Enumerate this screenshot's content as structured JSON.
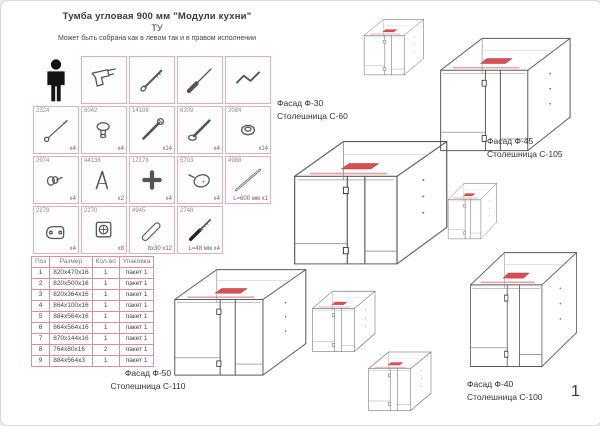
{
  "page": {
    "title": "Тумба угловая 900 мм \"Модули кухни\"",
    "standard": "ТУ",
    "subtitle": "Может быть собрана как в левом так и в правом исполнении",
    "page_number": "1",
    "accent_color": "#dfb0b6",
    "highlight_color": "#d94f55"
  },
  "tools": {
    "rows": [
      [
        {
          "icon": "person-icon",
          "plain": true,
          "code": "",
          "qty": ""
        },
        {
          "icon": "drill-icon",
          "code": "",
          "qty": ""
        },
        {
          "icon": "bolt-icon",
          "code": "",
          "qty": ""
        },
        {
          "icon": "screwdriver-icon",
          "code": "",
          "qty": ""
        },
        {
          "icon": "allen-key-icon",
          "code": "",
          "qty": ""
        }
      ],
      [
        {
          "icon": "stud-screw-icon",
          "code": "2324",
          "qty": "х4"
        },
        {
          "icon": "cap-icon",
          "code": "6042",
          "qty": "х4"
        },
        {
          "icon": "confirmat-screw-icon",
          "code": "14108",
          "qty": "х14"
        },
        {
          "icon": "euro-screw-icon",
          "code": "6309",
          "qty": "х4"
        },
        {
          "icon": "grommet-icon",
          "code": "2084",
          "qty": "х14"
        }
      ],
      [
        {
          "icon": "glide-icon",
          "code": "2974",
          "qty": "х4"
        },
        {
          "icon": "bracket-icon",
          "code": "44138",
          "qty": "х2"
        },
        {
          "icon": "cross-dowel-icon",
          "code": "12178",
          "qty": "х4"
        },
        {
          "icon": "leg-icon",
          "code": "5703",
          "qty": "х4"
        },
        {
          "icon": "rod-icon",
          "code": "4988",
          "qty": "L=600 мм х1"
        }
      ],
      [
        {
          "icon": "hinge-icon",
          "code": "2278",
          "qty": "х4"
        },
        {
          "icon": "cam-lock-icon",
          "code": "2270",
          "qty": "х8"
        },
        {
          "icon": "dowel-icon",
          "code": "4945",
          "qty": "8х30 х12"
        },
        {
          "icon": "double-screw-icon",
          "code": "2748",
          "qty": "L=48 мм х4"
        }
      ]
    ]
  },
  "parts_table": {
    "headers": [
      "Поз",
      "Размер",
      "Кол-во",
      "Упаковка"
    ],
    "rows": [
      [
        "1",
        "820х470х16",
        "1",
        "пакет 1"
      ],
      [
        "2",
        "820х500х16",
        "1",
        "пакет 1"
      ],
      [
        "3",
        "820х364х16",
        "1",
        "пакет 1"
      ],
      [
        "4",
        "864х100х16",
        "1",
        "пакет 1"
      ],
      [
        "5",
        "884х564х16",
        "1",
        "пакет 1"
      ],
      [
        "6",
        "864х564х16",
        "1",
        "пакет 1"
      ],
      [
        "7",
        "870х144х16",
        "1",
        "пакет 1"
      ],
      [
        "8",
        "764х80х16",
        "2",
        "пакет 1"
      ],
      [
        "9",
        "884х564х3",
        "1",
        "пакет 1"
      ]
    ]
  },
  "cabinet_labels": {
    "mid": {
      "facade": "Фасад Ф-30",
      "countertop": "Столешница С-60"
    },
    "top_right": {
      "facade": "Фасад Ф-45",
      "countertop": "Столешница С-105"
    },
    "bottom_left": {
      "facade": "Фасад Ф-50",
      "countertop": "Столешница С-110"
    },
    "bottom_right": {
      "facade": "Фасад Ф-40",
      "countertop": "Столешница С-100"
    }
  }
}
